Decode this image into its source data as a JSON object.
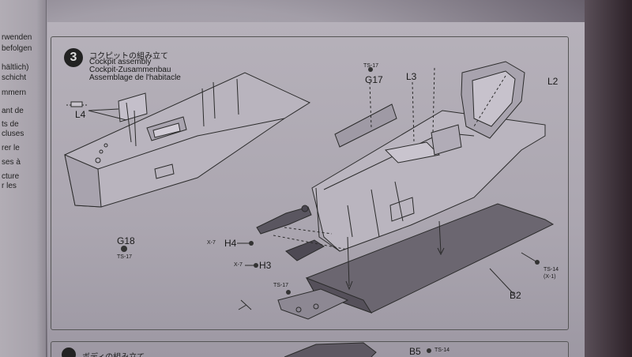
{
  "previous_page": {
    "lines": [
      "rwenden",
      "befolgen",
      "hältlich)",
      "schicht",
      "mmern",
      "ant de",
      "ts de",
      "cluses",
      "rer le",
      "ses à",
      "cture",
      "r les"
    ]
  },
  "step": {
    "number": "3",
    "title_jp": "コクピットの組み立て",
    "title_en": "Cockpit assembly",
    "title_de": "Cockpit-Zusammenbau",
    "title_fr": "Assemblage de l'habitacle"
  },
  "labels": {
    "L4": "L4",
    "G17": "G17",
    "G17_sprue": "TS-17",
    "L3": "L3",
    "L2": "L2",
    "G18": "G18",
    "G18_sprue": "TS-17",
    "H4": "H4",
    "H4_paint": "X-7",
    "H3": "H3",
    "H3_paint": "X-7",
    "TS17_lower": "TS-17",
    "B2": "B2",
    "B2_paint_a": "TS-14",
    "B2_paint_b": "(X-1)"
  },
  "next_step": {
    "title_jp": "ボディの組み立て",
    "B5": "B5",
    "B5_paint": "TS-14"
  }
}
